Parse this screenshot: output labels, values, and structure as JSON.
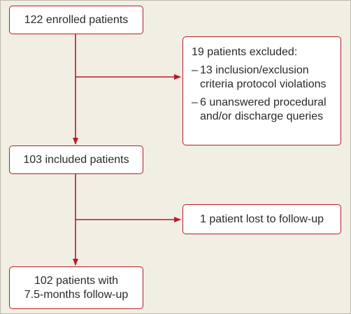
{
  "colors": {
    "background": "#f1eee4",
    "accent": "#b61b28",
    "box_fill": "#ffffff",
    "text": "#2a2a2a"
  },
  "boxes": {
    "enrolled": "122 enrolled patients",
    "excluded": {
      "title": "19 patients excluded:",
      "items": [
        {
          "dash": "–",
          "line1": "13 inclusion/exclusion",
          "line2": "criteria protocol violations"
        },
        {
          "dash": "–",
          "line1": "6 unanswered procedural",
          "line2": "and/or discharge queries"
        }
      ]
    },
    "included": "103 included patients",
    "lost": "1 patient lost to follow-up",
    "final": {
      "line1": "102 patients with",
      "line2": "7.5-months follow-up"
    }
  }
}
